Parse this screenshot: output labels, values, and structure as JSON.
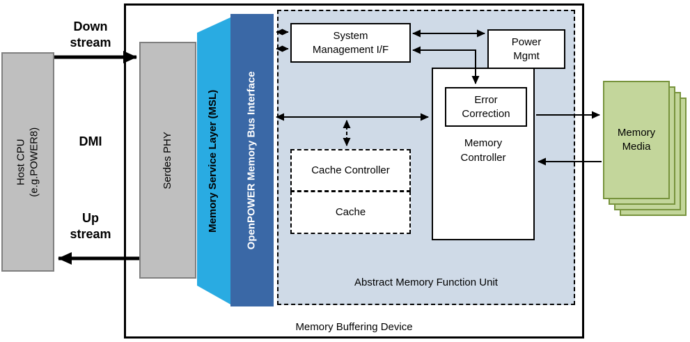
{
  "diagram": {
    "device_label": "Memory Buffering Device",
    "host_cpu": {
      "line1": "Host CPU",
      "line2": "(e.g.POWER8)"
    },
    "stream_labels": {
      "down1": "Down",
      "down2": "stream",
      "dmi": "DMI",
      "up1": "Up",
      "up2": "stream"
    },
    "serdes": "Serdes PHY",
    "msl": "Memory Service Layer (MSL)",
    "bus": "OpenPOWER Memory Bus Interface",
    "amfu": {
      "label": "Abstract Memory Function Unit",
      "sys_mgmt": {
        "line1": "System",
        "line2": "Management I/F"
      },
      "power_mgmt": {
        "line1": "Power",
        "line2": "Mgmt"
      },
      "error_correction": {
        "line1": "Error",
        "line2": "Correction"
      },
      "memory_controller": {
        "line1": "Memory",
        "line2": "Controller"
      },
      "cache_controller": "Cache Controller",
      "cache": "Cache"
    },
    "memory_media": {
      "line1": "Memory",
      "line2": "Media"
    },
    "colors": {
      "msl_cyan": "#29ABE2",
      "bus_blue": "#3A68A6",
      "amfu_bg": "#CFDAE7",
      "box_gray": "#BFBFBF",
      "media_green": "#C3D69B",
      "media_border": "#77933C"
    }
  }
}
